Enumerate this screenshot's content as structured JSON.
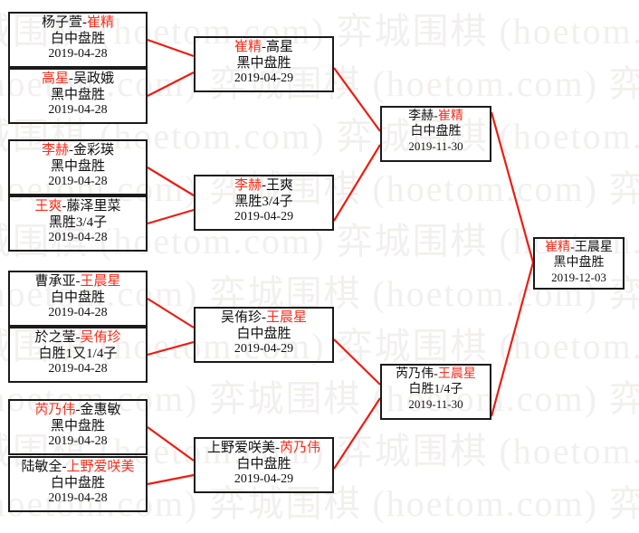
{
  "watermark": {
    "text": "弈城围棋 (hoetom.com)",
    "color": "#f2f0ef"
  },
  "colors": {
    "winner": "#ff2a18",
    "loser": "#101010",
    "connector": "#ee1c11",
    "box_border": "#1a1a1a"
  },
  "bracket": {
    "round1": [
      {
        "p1": "杨子萱",
        "p2": "崔精",
        "winner": 2,
        "result": "白中盘胜",
        "date": "2019-04-28"
      },
      {
        "p1": "高星",
        "p2": "吴政娥",
        "winner": 1,
        "result": "黑中盘胜",
        "date": "2019-04-28"
      },
      {
        "p1": "李赫",
        "p2": "金彩瑛",
        "winner": 1,
        "result": "黑中盘胜",
        "date": "2019-04-28"
      },
      {
        "p1": "王爽",
        "p2": "藤泽里菜",
        "winner": 1,
        "result": "黑胜3/4子",
        "date": "2019-04-28"
      },
      {
        "p1": "曹承亚",
        "p2": "王晨星",
        "winner": 2,
        "result": "白中盘胜",
        "date": "2019-04-28"
      },
      {
        "p1": "於之莹",
        "p2": "吴侑珍",
        "winner": 2,
        "result": "白胜1又1/4子",
        "date": "2019-04-28"
      },
      {
        "p1": "芮乃伟",
        "p2": "金惠敏",
        "winner": 1,
        "result": "黑中盘胜",
        "date": "2019-04-28"
      },
      {
        "p1": "陆敏全",
        "p2": "上野爱咲美",
        "winner": 2,
        "result": "白中盘胜",
        "date": "2019-04-28"
      }
    ],
    "round2": [
      {
        "p1": "崔精",
        "p2": "高星",
        "winner": 1,
        "result": "黑中盘胜",
        "date": "2019-04-29"
      },
      {
        "p1": "李赫",
        "p2": "王爽",
        "winner": 1,
        "result": "黑胜3/4子",
        "date": "2019-04-29"
      },
      {
        "p1": "吴侑珍",
        "p2": "王晨星",
        "winner": 2,
        "result": "白中盘胜",
        "date": "2019-04-29"
      },
      {
        "p1": "上野爱咲美",
        "p2": "芮乃伟",
        "winner": 2,
        "result": "白中盘胜",
        "date": "2019-04-29"
      }
    ],
    "round3": [
      {
        "p1": "李赫",
        "p2": "崔精",
        "winner": 2,
        "result": "白中盘胜",
        "date": "2019-11-30"
      },
      {
        "p1": "芮乃伟",
        "p2": "王晨星",
        "winner": 2,
        "result": "白胜1/4子",
        "date": "2019-11-30"
      }
    ],
    "round4": [
      {
        "p1": "崔精",
        "p2": "王晨星",
        "winner": 1,
        "result": "黑中盘胜",
        "date": "2019-12-03"
      }
    ]
  }
}
